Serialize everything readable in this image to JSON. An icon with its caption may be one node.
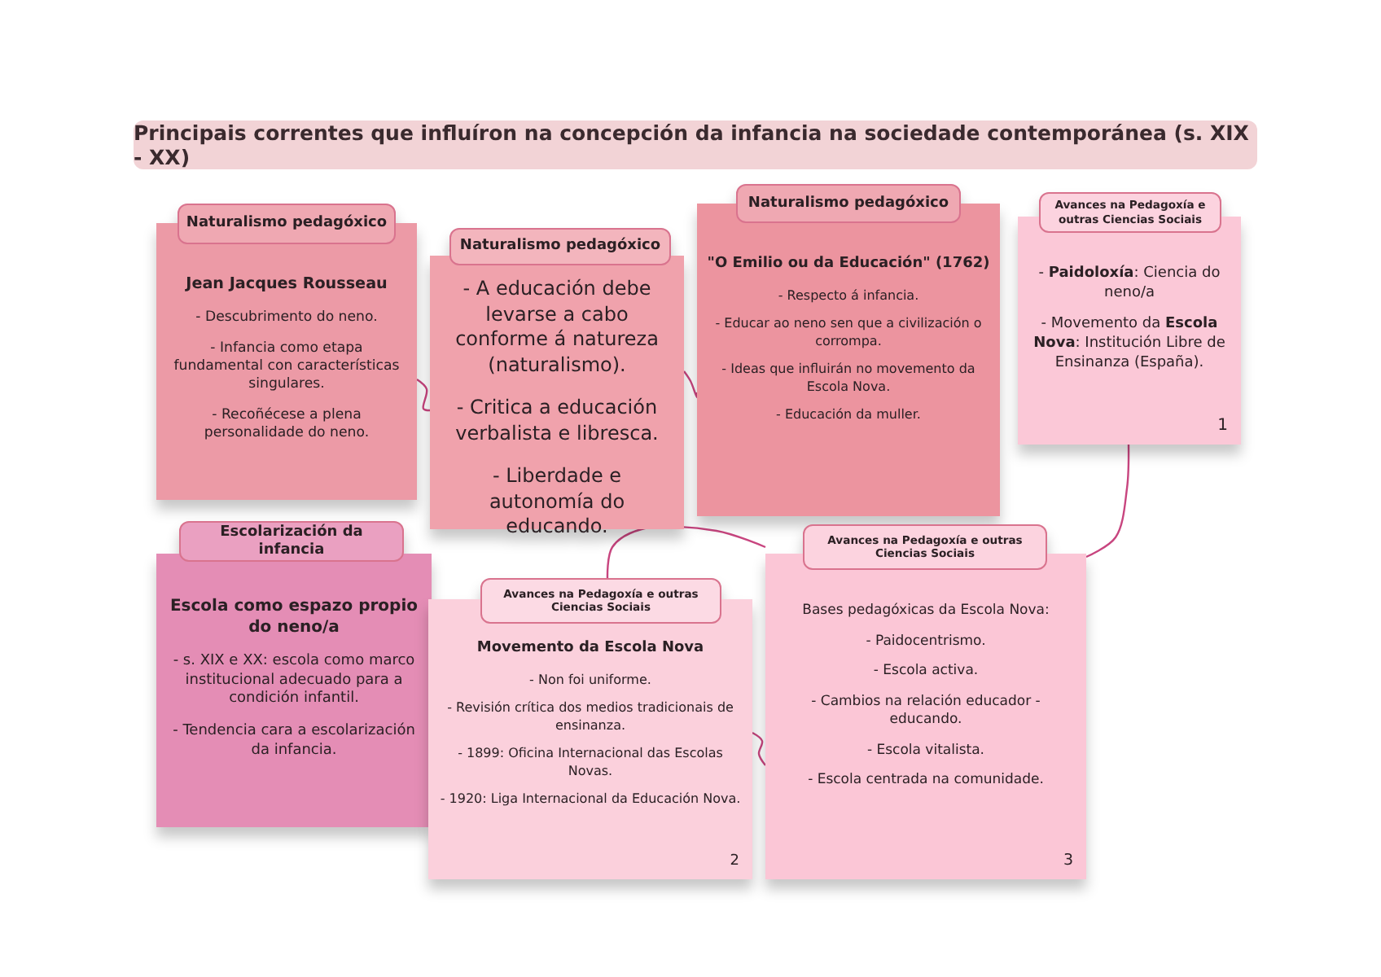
{
  "diagram": {
    "title": "Principais correntes que influíron na concepción da infancia na sociedade contemporánea (s. XIX - XX)",
    "nodes": [
      {
        "text": [
          "Naturalismo pedagóxico",
          "Jean Jacques Rousseau",
          "- Descubrimento do neno.",
          "- Infancia como etapa fundamental con características singulares.",
          "- Recoñécese a plena personalidade do neno."
        ]
      },
      {
        "text": [
          "Naturalismo pedagóxico",
          "- A educación debe levarse a cabo conforme á natureza (naturalismo).",
          "- Critica a educación verbalista e libresca.",
          "- Liberdade e autonomía do educando."
        ]
      },
      {
        "text": [
          "Naturalismo pedagóxico",
          "\"O Emilio ou da Educación\" (1762)",
          "- Respecto á infancia.",
          "- Educar ao neno sen que a civilización o corrompa.",
          "- Ideas que influirán no movemento da Escola Nova.",
          "- Educación da muller."
        ]
      },
      {
        "text": [
          "Avances na Pedagoxía e outras Ciencias Sociais",
          "- **Paidoloxía**: Ciencia do neno/a",
          "- Movemento da **Escola Nova**: Institución Libre de Ensinanza (España).",
          "1"
        ]
      },
      {
        "text": [
          "Escolarización da infancia",
          "Escola como espazo propio do neno/a",
          "- s. XIX e XX: escola como marco institucional adecuado para a condición infantil.",
          "- Tendencia cara a escolarización da infancia."
        ]
      },
      {
        "text": [
          "Avances na Pedagoxía e outras Ciencias Sociais",
          "Movemento da Escola Nova",
          "- Non foi uniforme.",
          "- Revisión crítica dos medios tradicionais de ensinanza.",
          "- 1899: Oficina Internacional das Escolas Novas.",
          "- 1920: Liga Internacional da Educación Nova.",
          "2"
        ]
      },
      {
        "text": [
          "Avances na Pedagoxía e outras Ciencias Sociais",
          "Bases pedagóxicas da Escola Nova:",
          "- Paidocentrismo.",
          "- Escola activa.",
          "- Cambios na relación educador - educando.",
          "- Escola vitalista.",
          "- Escola centrada na comunidade.",
          "3"
        ]
      }
    ],
    "edges": [
      {
        "from": 0,
        "to": 1,
        "arrow": "none"
      },
      {
        "from": 1,
        "to": 2,
        "arrow": "none"
      },
      {
        "from": 5,
        "to": 6,
        "arrow": "none"
      },
      {
        "from": 3,
        "to": 6,
        "arrow": "none"
      },
      {
        "from": 5,
        "to": 6,
        "arrow": "none"
      }
    ]
  }
}
